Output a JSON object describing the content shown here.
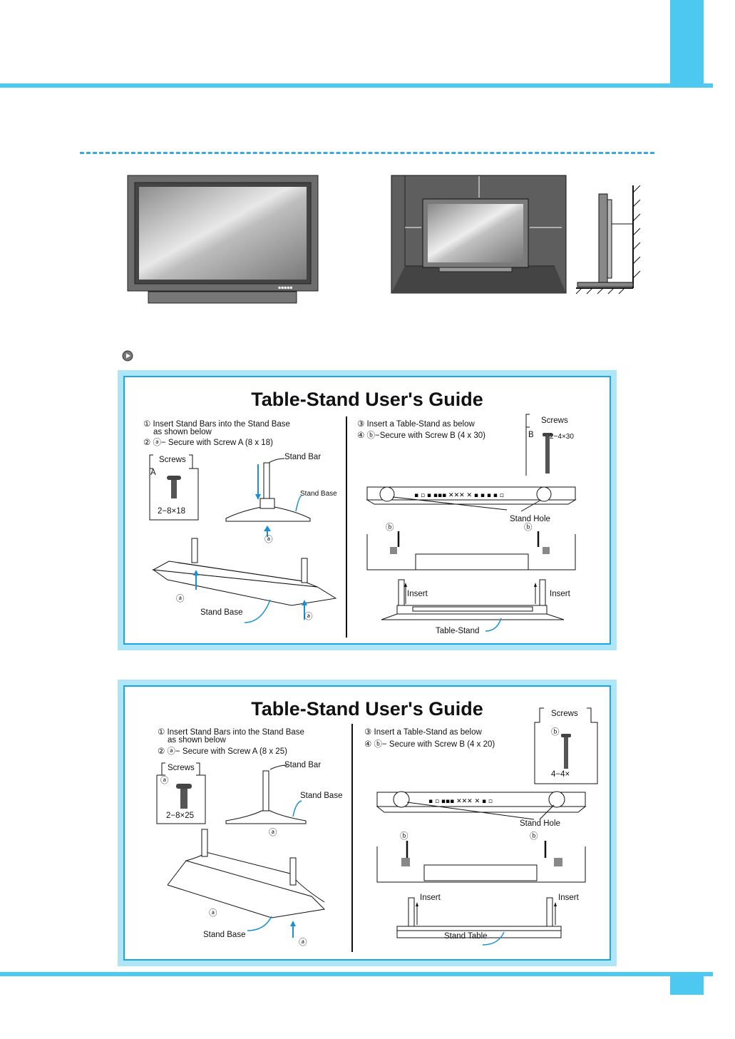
{
  "guides": [
    {
      "title": "Table-Stand User's Guide",
      "step1a": "① Insert Stand Bars into the Stand Base",
      "step1b": "as shown below",
      "step2": "② ⓐ− Secure with Screw A (8 x 18)",
      "step3": "③ Insert a Table-Stand as below",
      "step4": "④ ⓑ−Secure with Screw B (4 x 30)",
      "screws_a_label": "Screws",
      "screws_a_letter": "A",
      "screws_a_spec": "2−8×18",
      "screws_b_label": "Screws",
      "screws_b_letter": "B",
      "screws_b_spec": "2−4×30",
      "stand_bar": "Stand Bar",
      "stand_base_small": "Stand Base",
      "mark_a": "ⓐ",
      "stand_base": "Stand Base",
      "stand_hole": "Stand Hole",
      "mark_b": "ⓑ",
      "insert": "Insert",
      "table_stand": "Table-Stand"
    },
    {
      "title": "Table-Stand User's Guide",
      "step1a": "① Insert Stand Bars into the Stand Base",
      "step1b": "as shown below",
      "step2": "② ⓐ− Secure with Screw A (8 x 25)",
      "step3": "③ Insert a Table-Stand as below",
      "step4": "④ ⓑ− Secure with Screw B (4 x 20)",
      "screws_a_label": "Screws",
      "screws_a_letter": "ⓐ",
      "screws_a_spec": "2−8×25",
      "screws_b_label": "Screws",
      "screws_b_letter": "ⓑ",
      "screws_b_spec": "4−4×",
      "stand_bar": "Stand Bar",
      "stand_base_small": "Stand Base",
      "mark_a": "ⓐ",
      "stand_base": "Stand Base",
      "stand_hole": "Stand Hole",
      "mark_b": "ⓑ",
      "insert": "Insert",
      "table_stand": "Stand Table"
    }
  ],
  "colors": {
    "accent": "#4cc8f1",
    "panel_bg": "#aee6f7",
    "panel_border": "#1aa6e2"
  }
}
